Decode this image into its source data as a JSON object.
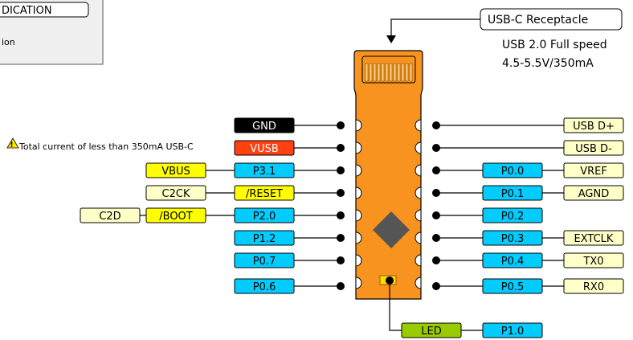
{
  "legend_box": {
    "title_fragment": "DICATION",
    "text_fragment": "ion"
  },
  "usb": {
    "title": "USB-C Receptacle",
    "line1": "USB 2.0 Full speed",
    "line2": "4.5-5.5V/350mA"
  },
  "warning": {
    "text": "Total current of less than 350mA USB-C"
  },
  "left_pins": [
    {
      "labels": [
        {
          "text": "GND",
          "color": "#000000",
          "text_color": "#ffffff"
        }
      ]
    },
    {
      "labels": [
        {
          "text": "VUSB",
          "color": "#ff4010",
          "text_color": "#ffffff"
        }
      ]
    },
    {
      "labels": [
        {
          "text": "VBUS",
          "color": "#ffff00",
          "text_color": "#000000"
        },
        {
          "text": "P3.1",
          "color": "#00ccff",
          "text_color": "#000000"
        }
      ]
    },
    {
      "labels": [
        {
          "text": "C2CK",
          "color": "#ffffc8",
          "text_color": "#000000"
        },
        {
          "text": "/RESET",
          "color": "#ffff00",
          "text_color": "#000000"
        }
      ]
    },
    {
      "labels": [
        {
          "text": "C2D",
          "color": "#ffffc8",
          "text_color": "#000000"
        },
        {
          "text": "/BOOT",
          "color": "#ffff00",
          "text_color": "#000000"
        },
        {
          "text": "P2.0",
          "color": "#00ccff",
          "text_color": "#000000"
        }
      ]
    },
    {
      "labels": [
        {
          "text": "P1.2",
          "color": "#00ccff",
          "text_color": "#000000"
        }
      ]
    },
    {
      "labels": [
        {
          "text": "P0.7",
          "color": "#00ccff",
          "text_color": "#000000"
        }
      ]
    },
    {
      "labels": [
        {
          "text": "P0.6",
          "color": "#00ccff",
          "text_color": "#000000"
        }
      ]
    }
  ],
  "right_pins": [
    {
      "labels": [
        {
          "text": "USB D+",
          "color": "#ffffc8",
          "text_color": "#000000"
        }
      ]
    },
    {
      "labels": [
        {
          "text": "USB D-",
          "color": "#ffffc8",
          "text_color": "#000000"
        }
      ]
    },
    {
      "labels": [
        {
          "text": "P0.0",
          "color": "#00ccff",
          "text_color": "#000000"
        },
        {
          "text": "VREF",
          "color": "#ffffc8",
          "text_color": "#000000"
        }
      ]
    },
    {
      "labels": [
        {
          "text": "P0.1",
          "color": "#00ccff",
          "text_color": "#000000"
        },
        {
          "text": "AGND",
          "color": "#ffffc8",
          "text_color": "#000000"
        }
      ]
    },
    {
      "labels": [
        {
          "text": "P0.2",
          "color": "#00ccff",
          "text_color": "#000000"
        }
      ]
    },
    {
      "labels": [
        {
          "text": "P0.3",
          "color": "#00ccff",
          "text_color": "#000000"
        },
        {
          "text": "EXTCLK",
          "color": "#ffffc8",
          "text_color": "#000000"
        }
      ]
    },
    {
      "labels": [
        {
          "text": "P0.4",
          "color": "#00ccff",
          "text_color": "#000000"
        },
        {
          "text": "TX0",
          "color": "#ffffc8",
          "text_color": "#000000"
        }
      ]
    },
    {
      "labels": [
        {
          "text": "P0.5",
          "color": "#00ccff",
          "text_color": "#000000"
        },
        {
          "text": "RX0",
          "color": "#ffffc8",
          "text_color": "#000000"
        }
      ]
    }
  ],
  "led_pin": {
    "labels": [
      {
        "text": "LED",
        "color": "#99cc00",
        "text_color": "#000000"
      },
      {
        "text": "P1.0",
        "color": "#00ccff",
        "text_color": "#000000"
      }
    ]
  },
  "colors": {
    "board": "#f7931e",
    "chip": "#555555",
    "led": "#ffdd00"
  }
}
